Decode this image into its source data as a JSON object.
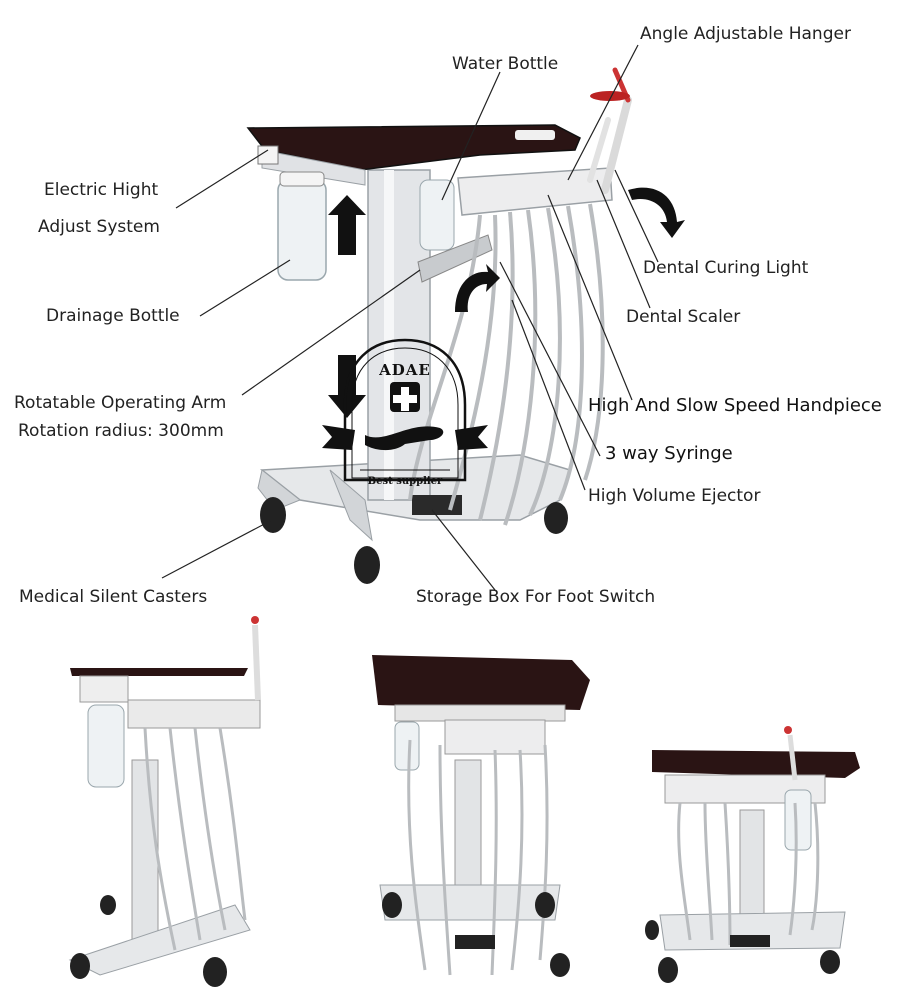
{
  "labels": {
    "angle_hanger": "Angle Adjustable Hanger",
    "water_bottle": "Water Bottle",
    "electric_height_1": "Electric Hight",
    "electric_height_2": "Adjust System",
    "curing_light": "Dental Curing Light",
    "drainage_bottle": "Drainage Bottle",
    "dental_scaler": "Dental Scaler",
    "operating_arm_1": "Rotatable Operating Arm",
    "operating_arm_2": "Rotation radius: 300mm",
    "handpiece": "High And Slow Speed Handpiece",
    "syringe": "3 way Syringe",
    "ejector": "High Volume Ejector",
    "casters": "Medical Silent Casters",
    "storage_box": "Storage Box For Foot Switch"
  },
  "logo": {
    "brand": "ADAE",
    "tagline": "Best supplier"
  },
  "colors": {
    "tray_top": "#2a1414",
    "frame": "#d9dcdf",
    "hose": "#b9bcbf",
    "arrow": "#111111",
    "leader": "#222222"
  }
}
